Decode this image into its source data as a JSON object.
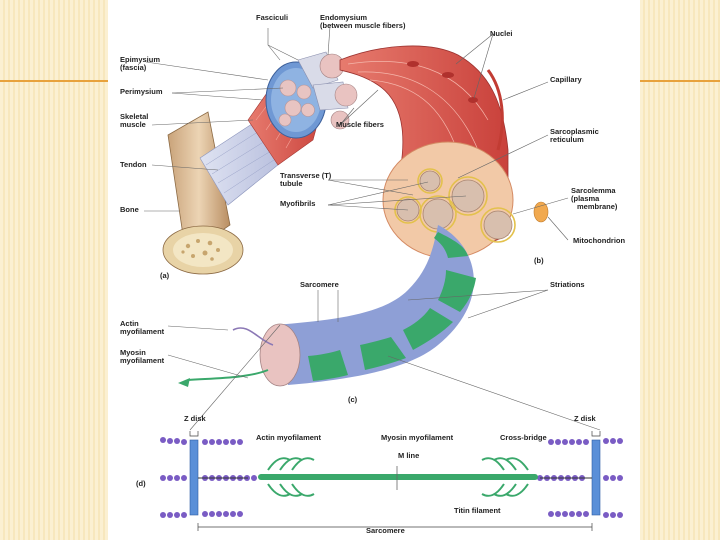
{
  "labels": {
    "fasciculi": "Fasciculi",
    "endomysium": "Endomysium",
    "endomysium_note": "(between muscle fibers)",
    "nuclei": "Nuclei",
    "epimysium": "Epimysium",
    "epimysium_note": "(fascia)",
    "capillary": "Capillary",
    "perimysium": "Perimysium",
    "skeletal": "Skeletal",
    "muscle": "muscle",
    "muscle_fibers": "Muscle fibers",
    "sarcoplasmic": "Sarcoplasmic",
    "reticulum": "reticulum",
    "tendon": "Tendon",
    "transverse": "Transverse (T)",
    "tubule": "tubule",
    "myofibrils": "Myofibrils",
    "sarcolemma": "Sarcolemma",
    "plasma": "(plasma",
    "membrane": "membrane)",
    "bone": "Bone",
    "mitochondrion": "Mitochondrion",
    "panel_a": "(a)",
    "panel_b": "(b)",
    "sarcomere_top": "Sarcomere",
    "striations": "Striations",
    "actin": "Actin",
    "actin_2": "myofilament",
    "myosin": "Myosin",
    "myosin_2": "myofilament",
    "panel_c": "(c)",
    "z_disk_left": "Z disk",
    "z_disk_right": "Z disk",
    "actin_myofilament": "Actin myofilament",
    "myosin_myofilament": "Myosin myofilament",
    "cross_bridge": "Cross-bridge",
    "m_line": "M line",
    "panel_d": "(d)",
    "titin_filament": "Titin filament",
    "sarcomere_bottom": "Sarcomere"
  },
  "colors": {
    "muscle_red": "#d9554f",
    "myofibril_green": "#3aa86b",
    "myofibril_blue": "#8e9fd6",
    "actin_purple": "#7a5cc4",
    "z_disk_blue": "#5a8fd8"
  }
}
